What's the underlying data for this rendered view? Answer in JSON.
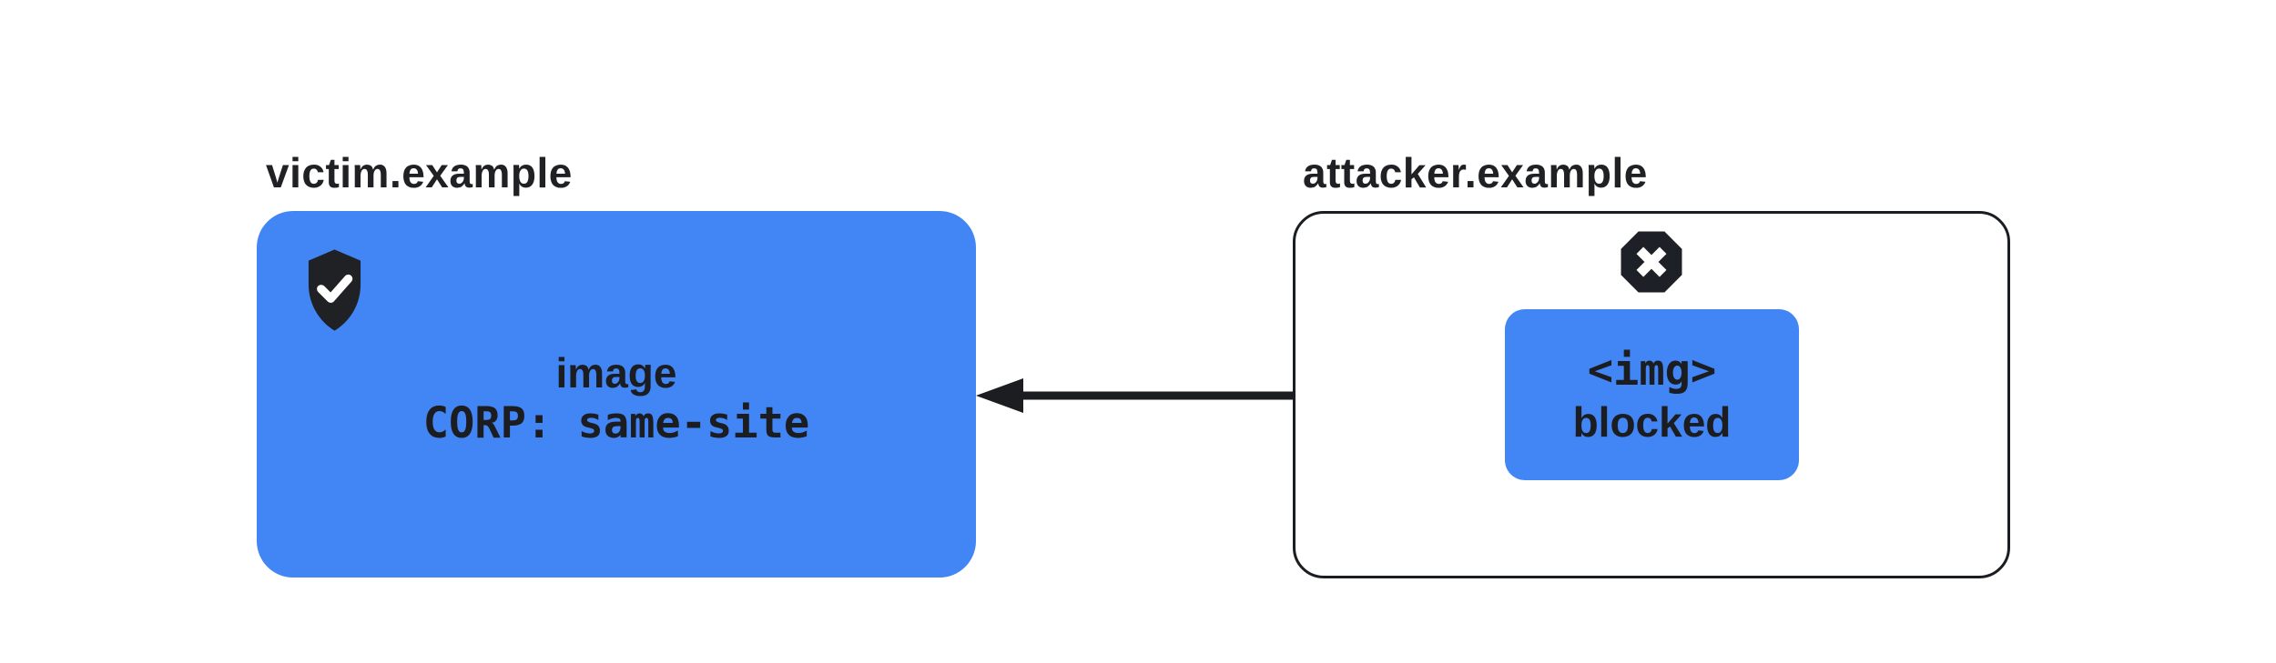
{
  "diagram": {
    "title_context": "CORP same-site blocking diagram",
    "victim": {
      "label": "victim.example",
      "resource_line1": "image",
      "resource_line2": "CORP: same-site",
      "icon": "shield-check-icon"
    },
    "attacker": {
      "label": "attacker.example",
      "request_line1": "<img>",
      "request_line2": "blocked",
      "icon": "blocked-x-octagon-icon"
    },
    "arrow": {
      "direction": "right-to-left",
      "meaning": "cross-origin request from attacker.example to victim.example"
    },
    "colors": {
      "accent_blue": "#4285f4",
      "icon_dark": "#202124",
      "text_dark": "#1b1d21",
      "border_dark": "#1a1d22",
      "background": "#ffffff"
    }
  }
}
